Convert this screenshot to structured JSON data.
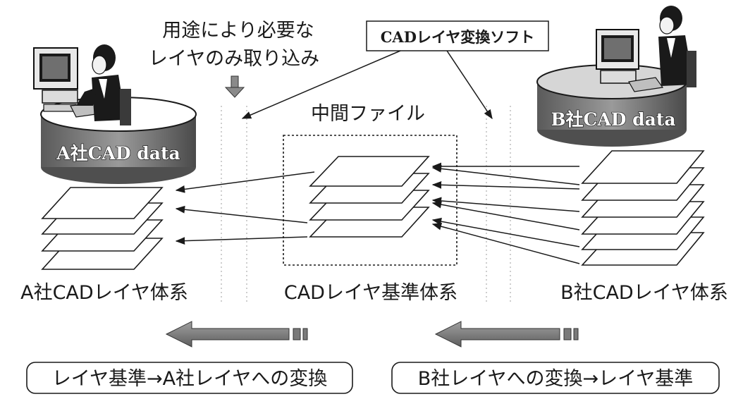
{
  "top_note_line1": "用途により必要な",
  "top_note_line2": "レイヤのみ取り込み",
  "software_label": "CADレイヤ変換ソフト",
  "intermediate_file_label": "中間ファイル",
  "company_a_db": "A社CAD data",
  "company_b_db": "B社CAD data",
  "company_a_system": "A社CADレイヤ体系",
  "standard_system": "CADレイヤ基準体系",
  "company_b_system": "B社CADレイヤ体系",
  "conversion_left": "レイヤ基準→A社レイヤへの変換",
  "conversion_right": "B社レイヤへの変換→レイヤ基準"
}
